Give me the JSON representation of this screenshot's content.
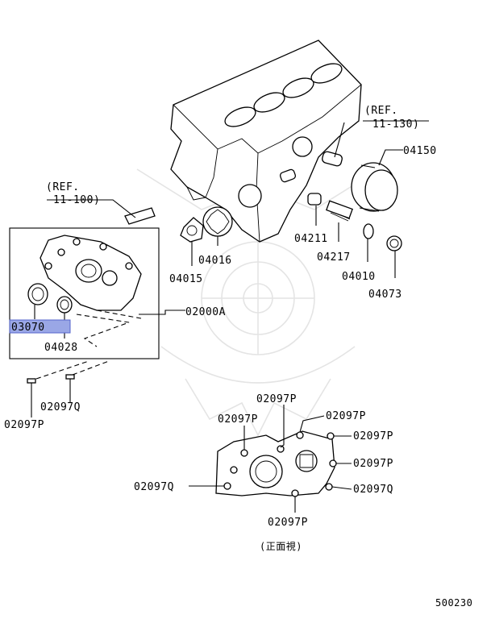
{
  "diagram": {
    "labels": {
      "ref_top": "(REF.",
      "ref_top_num": "11-130)",
      "ref_left": "(REF.",
      "ref_left_num": "11-100)",
      "p04150": "04150",
      "p04211": "04211",
      "p04217": "04217",
      "p04010": "04010",
      "p04073": "04073",
      "p04016": "04016",
      "p04015": "04015",
      "p02000A": "02000A",
      "p03070": "03070",
      "p04028": "04028",
      "p02097Q_a": "02097Q",
      "p02097P_a": "02097P",
      "p02097P_b": "02097P",
      "p02097P_c": "02097P",
      "p02097P_d": "02097P",
      "p02097P_e": "02097P",
      "p02097P_f": "02097P",
      "p02097Q_b": "02097Q",
      "p02097Q_c": "02097Q",
      "p02097P_g": "02097P",
      "front_view": "(正面視)",
      "diagram_id": "500230"
    },
    "highlight_color": "#9aa7e6"
  }
}
